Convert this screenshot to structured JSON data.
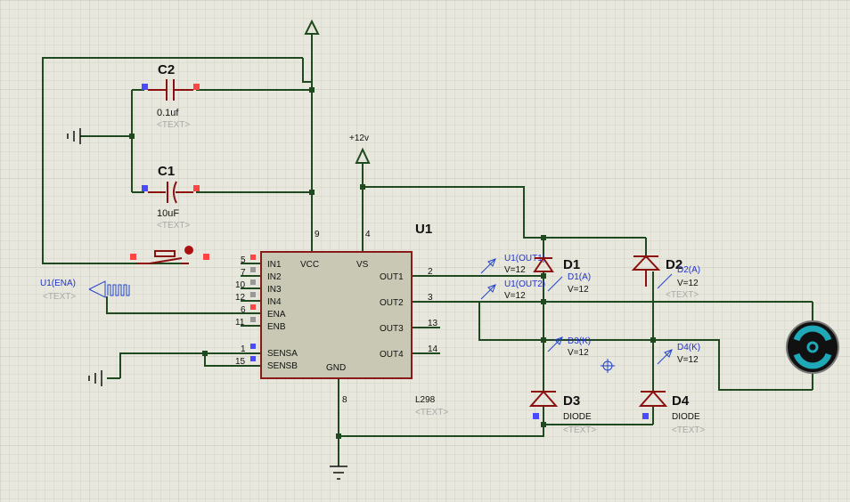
{
  "components": {
    "c2": {
      "ref": "C2",
      "value": "0.1uf",
      "text": "<TEXT>"
    },
    "c1": {
      "ref": "C1",
      "value": "10uF",
      "text": "<TEXT>"
    },
    "u1": {
      "ref": "U1",
      "part": "L298",
      "text": "<TEXT>",
      "left_pins": [
        {
          "num": "5",
          "name": "IN1"
        },
        {
          "num": "7",
          "name": "IN2"
        },
        {
          "num": "10",
          "name": "IN3"
        },
        {
          "num": "12",
          "name": "IN4"
        },
        {
          "num": "6",
          "name": "ENA"
        },
        {
          "num": "11",
          "name": "ENB"
        },
        {
          "num": "1",
          "name": "SENSA"
        },
        {
          "num": "15",
          "name": "SENSB"
        }
      ],
      "right_pins": [
        {
          "num": "2",
          "name": "OUT1"
        },
        {
          "num": "3",
          "name": "OUT2"
        },
        {
          "num": "13",
          "name": "OUT3"
        },
        {
          "num": "14",
          "name": "OUT4"
        }
      ],
      "top_pins": [
        {
          "num": "9",
          "name": "VCC"
        },
        {
          "num": "4",
          "name": "VS"
        }
      ],
      "bottom_pins": [
        {
          "num": "8",
          "name": "GND"
        }
      ]
    },
    "d1": {
      "ref": "D1",
      "probe": "D1(A)",
      "value": "V=12"
    },
    "d2": {
      "ref": "D2",
      "probe": "D2(A)",
      "value": "V=12",
      "text": "<TEXT>"
    },
    "d3": {
      "ref": "D3",
      "type": "DIODE",
      "text": "<TEXT>"
    },
    "d4": {
      "ref": "D4",
      "type": "DIODE",
      "text": "<TEXT>"
    }
  },
  "power": {
    "vs_label": "+12v"
  },
  "probes": {
    "out1": {
      "label": "U1(OUT1)",
      "value": "V=12"
    },
    "out2": {
      "label": "U1(OUT2)",
      "value": "V=12"
    },
    "d3k": {
      "label": "D3(K)",
      "value": "V=12"
    },
    "d4k": {
      "label": "D4(K)",
      "value": "V=12"
    }
  },
  "generator": {
    "label": "U1(ENA)",
    "text": "<TEXT>"
  },
  "colors": {
    "wire": "#1f4a1f",
    "component": "#8b1010",
    "probe": "#2233cc",
    "chip": "#c8c8b4",
    "motor_ring": "#1fa8b8"
  },
  "icons": [
    "ground-icon",
    "power-arrow-icon",
    "motor-icon",
    "capacitor-icon",
    "diode-icon",
    "push-button-icon",
    "pulse-generator-icon",
    "voltage-probe-icon"
  ]
}
